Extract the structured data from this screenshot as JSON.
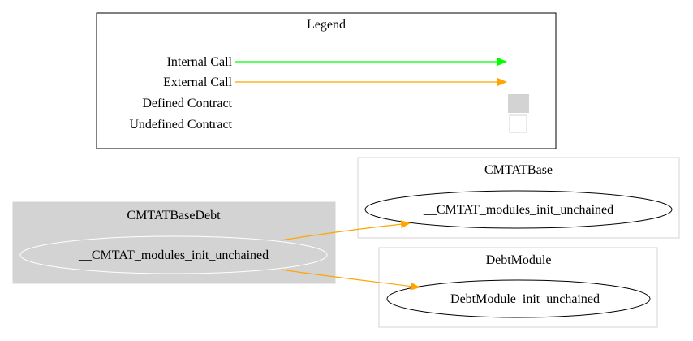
{
  "legend": {
    "title": "Legend",
    "internal_call": "Internal Call",
    "external_call": "External Call",
    "defined_contract": "Defined Contract",
    "undefined_contract": "Undefined Contract"
  },
  "clusters": {
    "cmtat_base_debt": {
      "label": "CMTATBaseDebt",
      "node": "__CMTAT_modules_init_unchained"
    },
    "cmtat_base": {
      "label": "CMTATBase",
      "node": "__CMTAT_modules_init_unchained"
    },
    "debt_module": {
      "label": "DebtModule",
      "node": "__DebtModule_init_unchained"
    }
  },
  "colors": {
    "internal_call": "#00ff00",
    "external_call": "#ffa500",
    "defined_contract_fill": "#d3d3d3",
    "undefined_contract_stroke": "#d3d3d3",
    "border": "#000000"
  }
}
